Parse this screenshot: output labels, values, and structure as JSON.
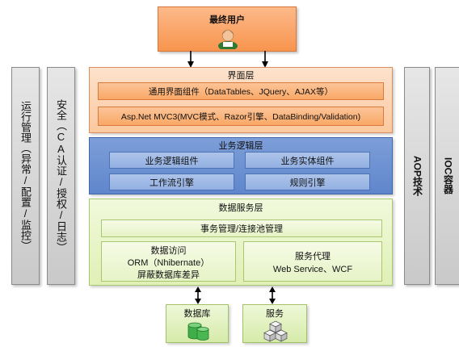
{
  "top": {
    "user_label": "最终用户",
    "icon": "user-icon"
  },
  "left_bars": [
    {
      "label": "运行管理（异常/配置/监控）"
    },
    {
      "label": "安全（CA认证/授权/日志）"
    }
  ],
  "right_bars": [
    {
      "label": "AOP技术"
    },
    {
      "label": "IOC容器"
    }
  ],
  "ui_layer": {
    "title": "界面层",
    "components": [
      "通用界面组件（DataTables、JQuery、AJAX等）",
      "Asp.Net MVC3(MVC模式、Razor引擎、DataBinding/Validation)"
    ]
  },
  "logic_layer": {
    "title": "业务逻辑层",
    "components": [
      "业务逻辑组件",
      "业务实体组件",
      "工作流引擎",
      "规则引擎"
    ]
  },
  "data_layer": {
    "title": "数据服务层",
    "transaction": "事务管理/连接池管理",
    "data_access": {
      "line1": "数据访问",
      "line2": "ORM（Nhibernate）",
      "line3": "屏蔽数据库差异"
    },
    "service_proxy": {
      "line1": "服务代理",
      "line2": "Web Service、WCF"
    }
  },
  "bottom": [
    {
      "label": "数据库",
      "icon": "database-icon"
    },
    {
      "label": "服务",
      "icon": "cubes-icon"
    }
  ],
  "colors": {
    "orange": "#f9a866",
    "blue": "#5f86cc",
    "green": "#e0f0b6",
    "gray": "#c9c9c9"
  }
}
